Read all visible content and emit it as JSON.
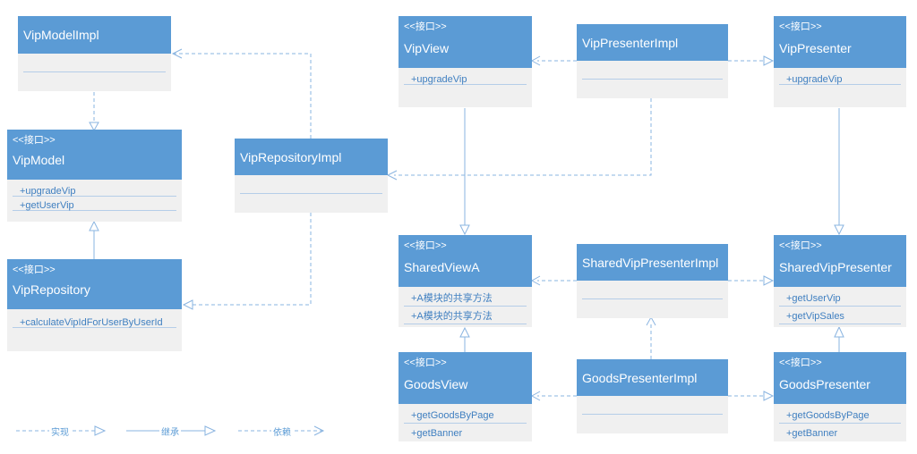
{
  "stereotype": "<<接口>>",
  "colors": {
    "header": "#5b9bd5",
    "body": "#f0f0f0",
    "line": "#8ab4e0",
    "method": "#3f7fc0"
  },
  "classes": {
    "vip_model_impl": {
      "name": "VipModelImpl",
      "methods": []
    },
    "vip_model": {
      "name": "VipModel",
      "methods": [
        "+upgradeVip",
        "+getUserVip"
      ]
    },
    "vip_repository": {
      "name": "VipRepository",
      "methods": [
        "+calculateVipIdForUserByUserId"
      ]
    },
    "vip_repository_impl": {
      "name": "VipRepositoryImpl",
      "methods": []
    },
    "vip_view": {
      "name": "VipView",
      "methods": [
        "+upgradeVip"
      ]
    },
    "vip_presenter_impl": {
      "name": "VipPresenterImpl",
      "methods": []
    },
    "vip_presenter": {
      "name": "VipPresenter",
      "methods": [
        "+upgradeVip"
      ]
    },
    "shared_view_a": {
      "name": "SharedViewA",
      "methods": [
        "+A模块的共享方法",
        "+A模块的共享方法"
      ]
    },
    "shared_vip_presenter_impl": {
      "name": "SharedVipPresenterImpl",
      "methods": []
    },
    "shared_vip_presenter": {
      "name": "SharedVipPresenter",
      "methods": [
        "+getUserVip",
        "+getVipSales"
      ]
    },
    "goods_view": {
      "name": "GoodsView",
      "methods": [
        "+getGoodsByPage",
        "+getBanner"
      ]
    },
    "goods_presenter_impl": {
      "name": "GoodsPresenterImpl",
      "methods": []
    },
    "goods_presenter": {
      "name": "GoodsPresenter",
      "methods": [
        "+getGoodsByPage",
        "+getBanner"
      ]
    }
  },
  "legend": {
    "realize": "实现",
    "inherit": "继承",
    "depend": "依赖"
  }
}
